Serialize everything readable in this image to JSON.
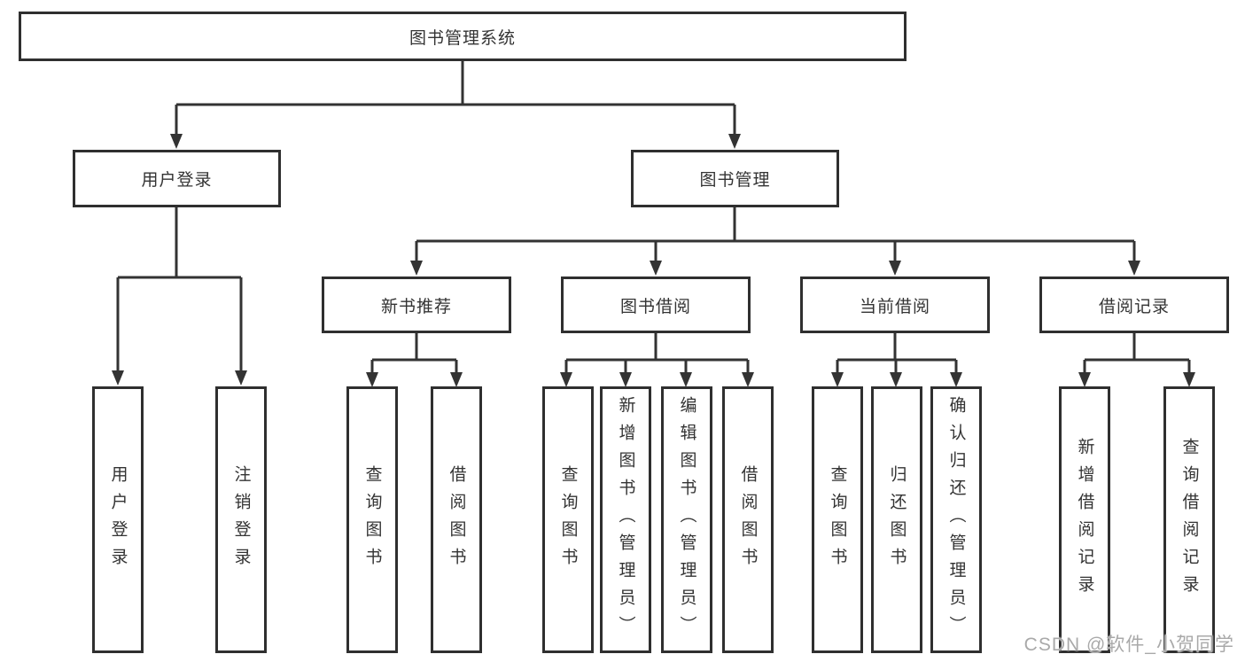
{
  "title": "图书管理系统",
  "level2": [
    {
      "label": "用户登录"
    },
    {
      "label": "图书管理"
    }
  ],
  "level3": [
    {
      "label": "新书推荐"
    },
    {
      "label": "图书借阅"
    },
    {
      "label": "当前借阅"
    },
    {
      "label": "借阅记录"
    }
  ],
  "leaves": [
    {
      "label": "用户登录"
    },
    {
      "label": "注销登录"
    },
    {
      "label": "查询图书"
    },
    {
      "label": "借阅图书"
    },
    {
      "label": "查询图书"
    },
    {
      "label": "新增图书（管理员）"
    },
    {
      "label": "编辑图书（管理员）"
    },
    {
      "label": "借阅图书"
    },
    {
      "label": "查询图书"
    },
    {
      "label": "归还图书"
    },
    {
      "label": "确认归还（管理员）"
    },
    {
      "label": "新增借阅记录"
    },
    {
      "label": "查询借阅记录"
    }
  ],
  "watermark": "CSDN @软件_小贺同学",
  "colors": {
    "line": "#333333",
    "border": "#2f2f2f",
    "text": "#333333",
    "watermark": "#a9a9a9",
    "background": "#ffffff"
  }
}
